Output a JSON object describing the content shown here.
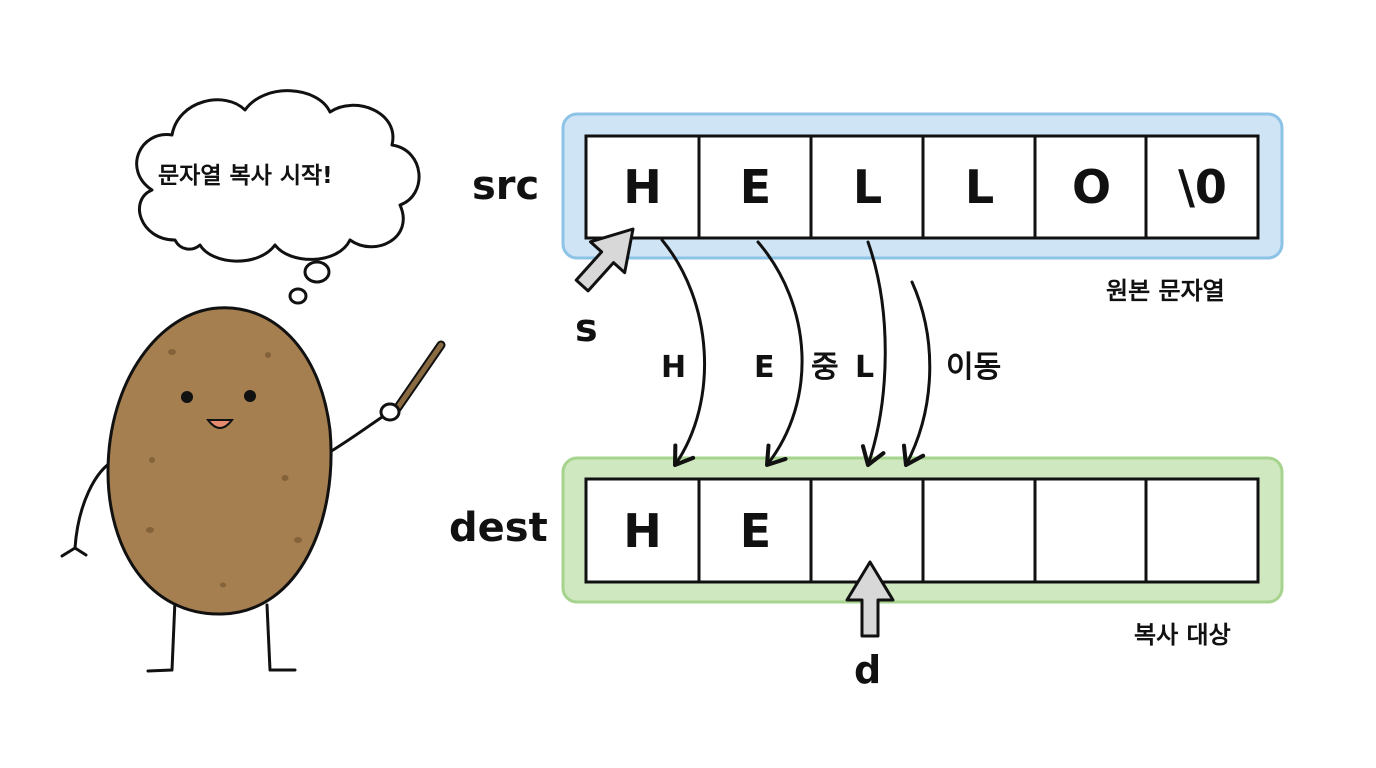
{
  "bubble": {
    "text": "문자열 복사 시작!"
  },
  "src_row": {
    "label": "src",
    "caption": "원본 문자열",
    "cells": [
      "H",
      "E",
      "L",
      "L",
      "O",
      "\\0"
    ],
    "fill_color": "#cfe4f4",
    "border_color": "#8cc3e6"
  },
  "dest_row": {
    "label": "dest",
    "caption": "복사 대상",
    "cells": [
      "H",
      "E",
      "",
      "",
      "",
      ""
    ],
    "fill_color": "#cfe8bf",
    "border_color": "#a6d48e"
  },
  "pointers": {
    "source": "s",
    "destination": "d"
  },
  "flow_labels": {
    "h": "H",
    "e": "E",
    "during": "중",
    "l": "L",
    "moving": "이동"
  },
  "potato_color": "#a57f4f"
}
